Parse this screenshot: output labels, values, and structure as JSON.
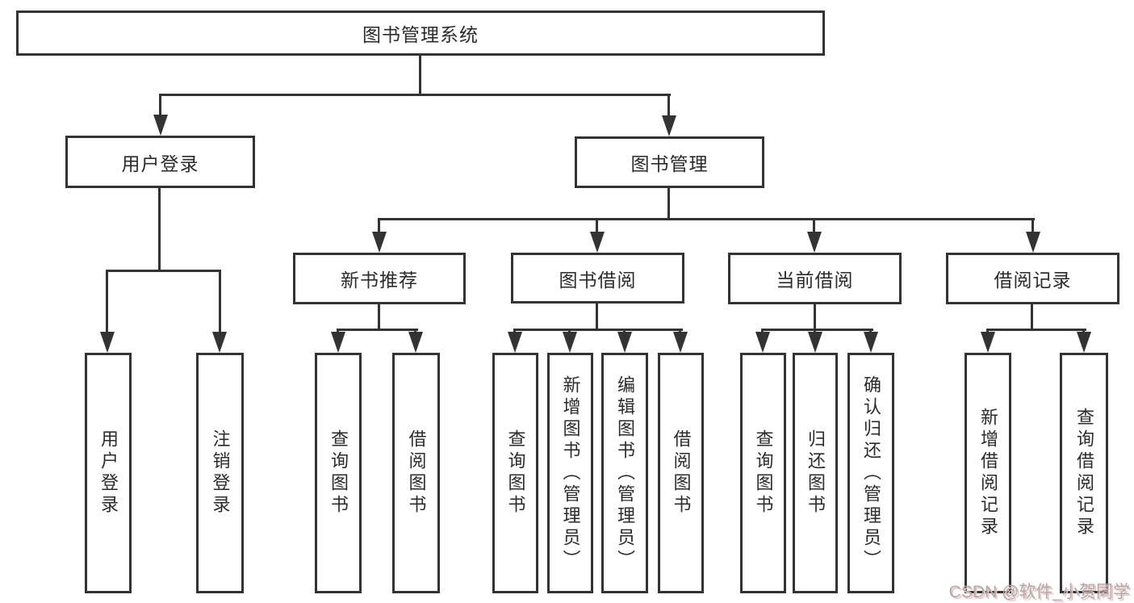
{
  "tree": {
    "root": "图书管理系统",
    "children": [
      {
        "label": "用户登录",
        "children": [
          "用户登录",
          "注销登录"
        ]
      },
      {
        "label": "图书管理",
        "children": [
          {
            "label": "新书推荐",
            "children": [
              "查询图书",
              "借阅图书"
            ]
          },
          {
            "label": "图书借阅",
            "children": [
              "查询图书",
              "新增图书（管理员）",
              "编辑图书（管理员）",
              "借阅图书"
            ]
          },
          {
            "label": "当前借阅",
            "children": [
              "查询图书",
              "归还图书",
              "确认归还（管理员）"
            ]
          },
          {
            "label": "借阅记录",
            "children": [
              "新增借阅记录",
              "查询借阅记录"
            ]
          }
        ]
      }
    ]
  },
  "watermark": "CSDN @软件_小贺同学",
  "colors": {
    "line": "#333333",
    "text": "#2b2b2b",
    "background": "#ffffff",
    "watermark_text": "#ababab",
    "watermark_shadow": "#f3bfbf"
  }
}
